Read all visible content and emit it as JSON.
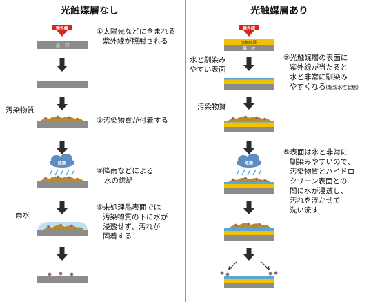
{
  "headers": {
    "left": "光触媒層なし",
    "right": "光触媒層あり"
  },
  "icons": {
    "uv": "紫外線",
    "rain": "降雨"
  },
  "labels": {
    "substrate": "基　材",
    "photocatalyst_layer": "光触媒層",
    "pollutant": "汚染物質",
    "rainwater": "雨水",
    "water_affinity_1": "水と馴染み",
    "water_affinity_2": "やすい表面"
  },
  "left_steps": {
    "s1": [
      "①太陽光などに含まれる",
      "紫外線が照射される"
    ],
    "s3": [
      "③汚染物質が付着する"
    ],
    "s4": [
      "④降雨などによる",
      "水の供給"
    ],
    "s6": [
      "⑥未処理品表面では",
      "汚染物質の下に水が",
      "浸透せず、汚れが",
      "固着する"
    ]
  },
  "right_steps": {
    "s2": [
      "②光触媒層の表面に",
      "紫外線が当たると",
      "水と非常に馴染み",
      "やすくなる"
    ],
    "s2_note": "(超親水性状態)",
    "s5": [
      "⑤表面は水と非常に",
      "馴染みやすいので、",
      "汚染物質とハイドロ",
      "クリーン表面との",
      "間に水が浸透し、",
      "汚れを浮かせて",
      "洗い流す"
    ]
  },
  "colors": {
    "substrate": "#8c8c8c",
    "photocatalyst": "#f2c200",
    "water_film": "#5aa6d6",
    "arrow": "#2b2b2b",
    "uv_arrow": "#d9261c",
    "rain_cloud": "#5b8fc4",
    "dirt": "#b88a2a",
    "droplet": "#bfe0f2"
  }
}
